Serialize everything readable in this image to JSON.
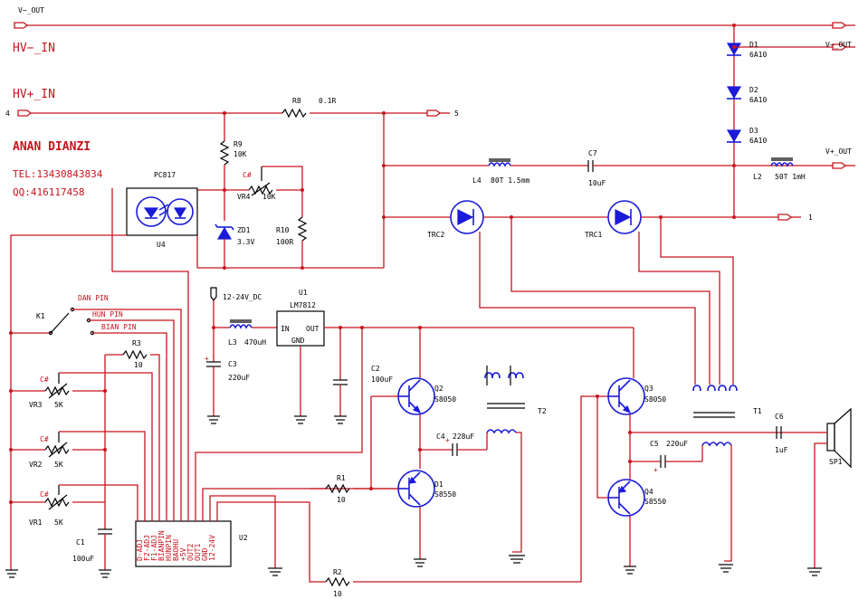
{
  "header": {
    "brand": "ANAN DIANZI",
    "tel": "TEL:13430843834",
    "qq": "QQ:416117458"
  },
  "nets": {
    "hv_minus_in": "HV−_IN",
    "hv_plus_in": "HV+_IN",
    "v_minus_out_left": "V−_OUT",
    "v_minus_out_right": "V−_OUT",
    "v_plus_out": "V+_OUT",
    "port_4": "4",
    "port_5": "5",
    "port_1": "1",
    "dc_in": "12-24V_DC"
  },
  "components": {
    "D1": {
      "ref": "D1",
      "value": "6A10"
    },
    "D2": {
      "ref": "D2",
      "value": "6A10"
    },
    "D3": {
      "ref": "D3",
      "value": "6A10"
    },
    "R8": {
      "ref": "R8",
      "value": "0.1R"
    },
    "R9": {
      "ref": "R9",
      "value": "10K"
    },
    "R10": {
      "ref": "R10",
      "value": "100R"
    },
    "VR4": {
      "ref": "VR4",
      "value": "10K",
      "mark": "C#"
    },
    "ZD1": {
      "ref": "ZD1",
      "value": "3.3V"
    },
    "PC817": {
      "ref": "PC817",
      "unit": "U4"
    },
    "L4": {
      "ref": "L4",
      "value": "80T  1.5mm"
    },
    "C7": {
      "ref": "C7",
      "value": "10uF"
    },
    "L2": {
      "ref": "L2",
      "value": "50T  1mH"
    },
    "TRC2": {
      "ref": "TRC2"
    },
    "TRC1": {
      "ref": "TRC1"
    },
    "U1": {
      "ref": "U1",
      "value": "LM7812",
      "pin_in": "IN",
      "pin_out": "OUT",
      "pin_gnd": "GND"
    },
    "L3": {
      "ref": "L3",
      "value": "470uH"
    },
    "C3": {
      "ref": "C3",
      "value": "220uF"
    },
    "C2": {
      "ref": "C2",
      "value": "100uF"
    },
    "Q2": {
      "ref": "Q2",
      "value": "S8050"
    },
    "D1Q": {
      "ref": "D1",
      "value": "S8550"
    },
    "Q3": {
      "ref": "Q3",
      "value": "S8050"
    },
    "Q4": {
      "ref": "Q4",
      "value": "S8550"
    },
    "C4": {
      "ref": "C4",
      "value": "228uF"
    },
    "C5": {
      "ref": "C5",
      "value": "220uF"
    },
    "C6": {
      "ref": "C6",
      "value": "1uF"
    },
    "T2": {
      "ref": "T2"
    },
    "T1": {
      "ref": "T1"
    },
    "SP1": {
      "ref": "SP1"
    },
    "K1": {
      "ref": "K1",
      "pin_dan": "DAN PIN",
      "pin_hun": "HUN PIN",
      "pin_bian": "BIAN PIN"
    },
    "R3": {
      "ref": "R3",
      "value": "10"
    },
    "R1": {
      "ref": "R1",
      "value": "10"
    },
    "R2": {
      "ref": "R2",
      "value": "10"
    },
    "VR3": {
      "ref": "VR3",
      "value": "5K",
      "mark": "C#"
    },
    "VR2": {
      "ref": "VR2",
      "value": "5K",
      "mark": "C#"
    },
    "VR1": {
      "ref": "VR1",
      "value": "5K",
      "mark": "C#"
    },
    "C1": {
      "ref": "C1",
      "value": "100uF"
    },
    "U2": {
      "ref": "U2",
      "pins": [
        "D-ADJ",
        "F2-ADJ",
        "F1-ADJ",
        "BIANPIN",
        "HUNPIN",
        "BAOHU",
        "+5V",
        "OUT2",
        "OUT1",
        "GND",
        "12-24V"
      ]
    }
  }
}
